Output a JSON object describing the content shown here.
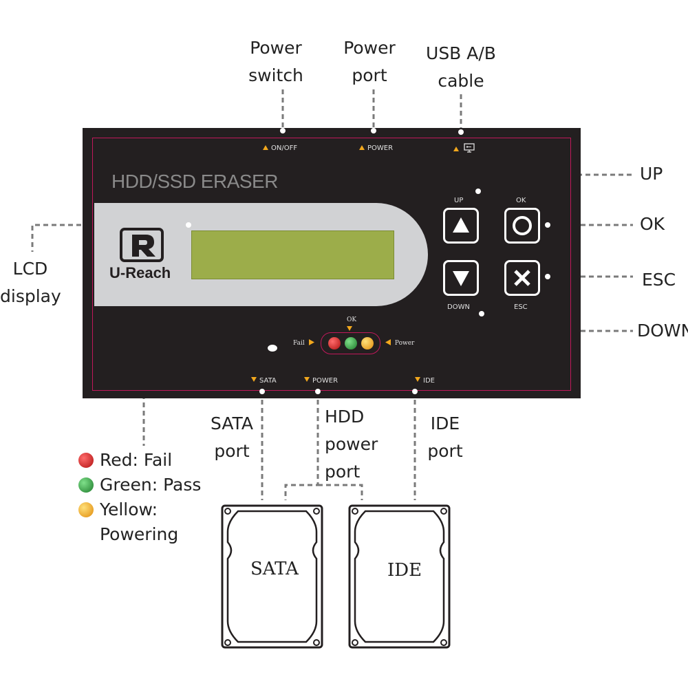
{
  "callouts": {
    "power_switch": [
      "Power",
      "switch"
    ],
    "power_port": [
      "Power",
      "port"
    ],
    "usb_cable": [
      "USB A/B",
      "cable"
    ],
    "up": "UP",
    "ok": "OK",
    "esc": "ESC",
    "down": "DOWN",
    "lcd_display": [
      "LCD",
      "display"
    ],
    "sata_port": [
      "SATA",
      "port"
    ],
    "hdd_power_port": [
      "HDD",
      "power",
      "port"
    ],
    "ide_port": [
      "IDE",
      "port"
    ]
  },
  "device": {
    "title": "HDD/SSD ERASER",
    "brand": "U-Reach",
    "top_ports": {
      "on_off": "ON/OFF",
      "power": "POWER"
    },
    "buttons": {
      "up": "UP",
      "ok": "OK",
      "down": "DOWN",
      "esc": "ESC"
    },
    "leds": {
      "ok": "OK",
      "fail": "Fail",
      "power": "Power"
    },
    "bottom_ports": {
      "sata": "SATA",
      "power": "POWER",
      "ide": "IDE"
    }
  },
  "legend": [
    {
      "label": "Red: Fail",
      "color": "#c62828"
    },
    {
      "label": "Green: Pass",
      "color": "#2e9a3a"
    },
    {
      "label": "Yellow:",
      "color": "#f5a623"
    },
    {
      "label": "Powering",
      "color": ""
    }
  ],
  "drives": {
    "sata": "SATA",
    "ide": "IDE"
  },
  "colors": {
    "panel": "#231f20",
    "accent": "#f2a81d",
    "border": "#c2185b",
    "lcd": "#9cad4a",
    "face": "#d1d2d4",
    "leader": "#777777"
  }
}
